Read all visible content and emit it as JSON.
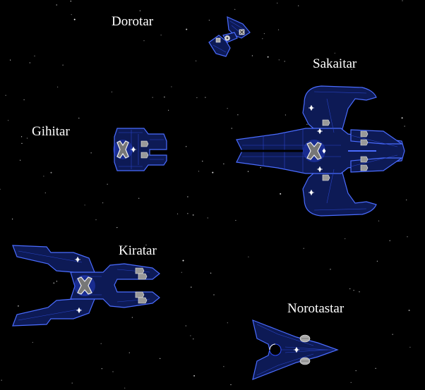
{
  "ships": [
    {
      "id": "dorotar",
      "label": "Dorotar"
    },
    {
      "id": "sakaitar",
      "label": "Sakaitar"
    },
    {
      "id": "gihitar",
      "label": "Gihitar"
    },
    {
      "id": "kiratar",
      "label": "Kiratar"
    },
    {
      "id": "norotastar",
      "label": "Norotastar"
    }
  ],
  "colors": {
    "background": "#000000",
    "hull_fill": "#0d1a55",
    "hull_stroke": "#4a6cff",
    "panel_line": "#2a45c8",
    "glow": "#3050ff",
    "label": "#ffffff"
  },
  "icons": {
    "core": "x-core-icon",
    "thruster": "thruster-icon",
    "weapon": "star-weapon-icon"
  }
}
